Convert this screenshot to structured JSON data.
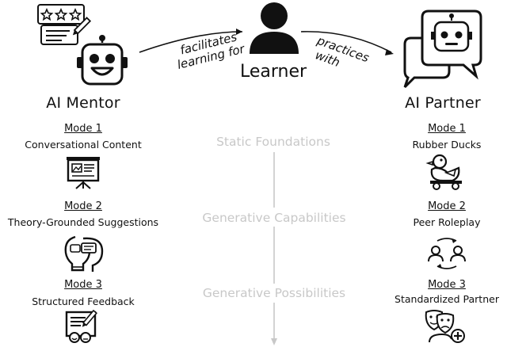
{
  "top": {
    "mentor_title": "AI Mentor",
    "learner_title": "Learner",
    "partner_title": "AI Partner",
    "arrow_left_line1": "facilitates",
    "arrow_left_line2": "learning for",
    "arrow_right_line1": "practices",
    "arrow_right_line2": "with"
  },
  "mentor_modes": [
    {
      "number": "Mode 1",
      "name": "Conversational Content",
      "icon": "presentation-board-icon"
    },
    {
      "number": "Mode 2",
      "name": "Theory-Grounded Suggestions",
      "icon": "lightbulb-head-icon"
    },
    {
      "number": "Mode 3",
      "name": "Structured Feedback",
      "icon": "feedback-form-icon"
    }
  ],
  "center_labels": [
    "Static Foundations",
    "Generative Capabilities",
    "Generative Possibilities"
  ],
  "partner_modes": [
    {
      "number": "Mode 1",
      "name": "Rubber Ducks",
      "icon": "rubber-duck-icon"
    },
    {
      "number": "Mode 2",
      "name": "Peer Roleplay",
      "icon": "peer-exchange-icon"
    },
    {
      "number": "Mode 3",
      "name": "Standardized Partner",
      "icon": "theater-masks-icon"
    }
  ],
  "colors": {
    "ink": "#111111",
    "muted": "#c8c8c8",
    "star_fill": "#ffffff"
  }
}
